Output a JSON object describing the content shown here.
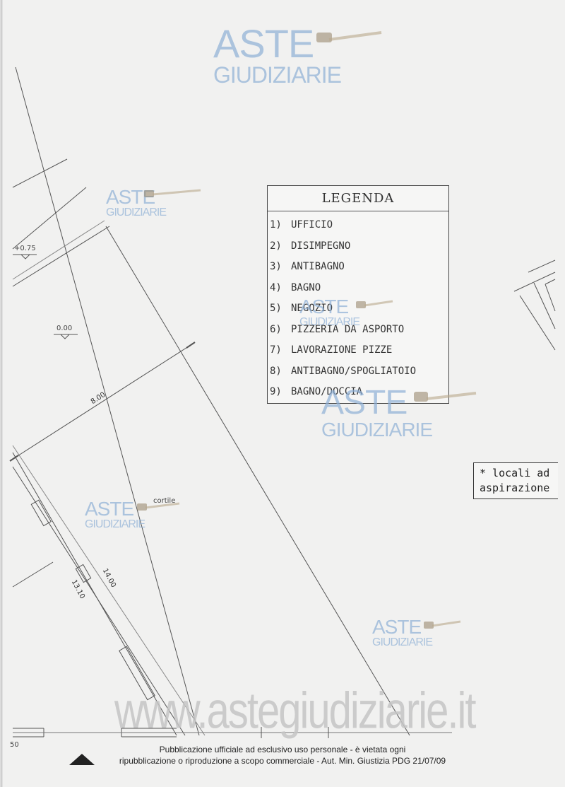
{
  "watermark": {
    "brand_top": "ASTE",
    "brand_bottom": "GIUDIZIARIE",
    "url": "www.astegiudiziarie.it"
  },
  "legend": {
    "title": "LEGENDA",
    "items": [
      {
        "num": "1)",
        "label": "UFFICIO"
      },
      {
        "num": "2)",
        "label": "DISIMPEGNO"
      },
      {
        "num": "3)",
        "label": "ANTIBAGNO"
      },
      {
        "num": "4)",
        "label": "BAGNO"
      },
      {
        "num": "5)",
        "label": "NEGOZIO"
      },
      {
        "num": "6)",
        "label": "PIZZERIA DA ASPORTO"
      },
      {
        "num": "7)",
        "label": "LAVORAZIONE PIZZE"
      },
      {
        "num": "8)",
        "label": "ANTIBAGNO/SPOGLIATOIO"
      },
      {
        "num": "9)",
        "label": "BAGNO/DOCCIA"
      }
    ]
  },
  "note": {
    "line1": "* locali ad",
    "line2": "aspirazione"
  },
  "plan": {
    "level_upper": "+0.75",
    "level_lower": "0.00",
    "dim_width": "8.00",
    "dim_outer": "14.00",
    "dim_inner": "13.10",
    "room_label": "cortile",
    "edge_label": "50"
  },
  "footer": {
    "line1": "Pubblicazione ufficiale ad esclusivo uso personale - è vietata ogni",
    "line2": "ripubblicazione o riproduzione a scopo commerciale - Aut. Min. Giustizia PDG 21/07/09"
  }
}
